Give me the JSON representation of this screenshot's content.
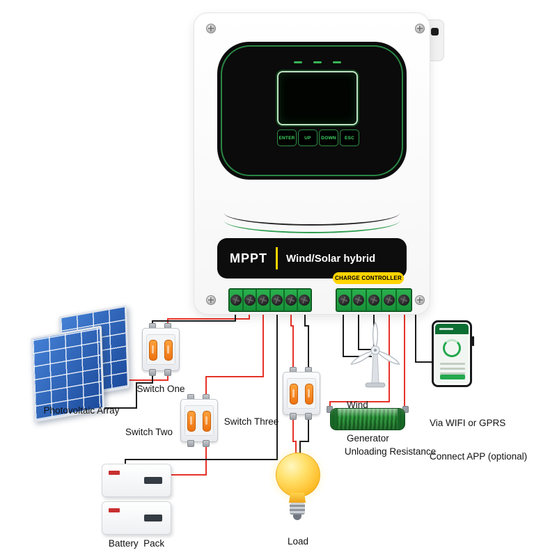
{
  "device": {
    "mppt": "MPPT",
    "model": "Wind/Solar hybrid",
    "badge": "CHARGE CONTROLLER",
    "buttons": [
      {
        "label": "ENTER"
      },
      {
        "label": "UP"
      },
      {
        "label": "DOWN"
      },
      {
        "label": "ESC"
      }
    ]
  },
  "labels": {
    "photovoltaic": "Photovoltaic Array",
    "switch_one": "Switch One",
    "switch_two": "Switch Two",
    "switch_three": "Switch Three",
    "battery": "Battery  Pack",
    "load": "Load",
    "wind_line1": "Wind",
    "wind_line2": "Generator",
    "resistance": "Unloading Resistance",
    "app_line1": "Via WIFI or GPRS",
    "app_line2": "Connect APP (optional)"
  },
  "colors": {
    "wire_red": "#e63228",
    "wire_black": "#1c1c1c",
    "accent_green": "#2f9e4f",
    "badge_yellow": "#ffd400"
  }
}
